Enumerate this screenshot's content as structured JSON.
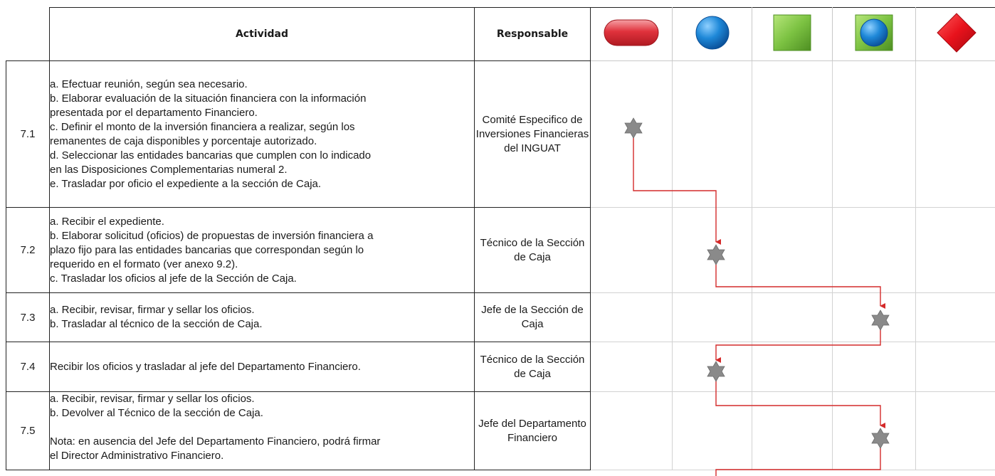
{
  "header": {
    "activity_label": "Actividad",
    "responsible_label": "Responsable",
    "symbols": [
      "start-end-oval-icon",
      "activity-circle-icon",
      "document-square-icon",
      "connector-square-circle-icon",
      "decision-diamond-icon"
    ]
  },
  "colors": {
    "oval": "#e0323c",
    "circle": "#1e88d8",
    "square": "#7cc242",
    "diamond": "#e8121c",
    "flow_line": "#d42a2a",
    "star": "#8a8a8a"
  },
  "rows": [
    {
      "number": "7.1",
      "activity": [
        "a. Efectuar reunión, según sea necesario.",
        "b. Elaborar evaluación de la situación financiera con la información",
        "presentada por el departamento Financiero.",
        "c. Definir el monto de la inversión financiera a realizar, según los",
        "remanentes de caja disponibles y porcentaje autorizado.",
        "d. Seleccionar las entidades bancarias que cumplen con lo indicado",
        "en las Disposiciones Complementarias numeral 2.",
        "e. Trasladar por oficio el expediente a la sección de Caja."
      ],
      "responsible": "Comité Especifico de Inversiones Financieras del INGUAT",
      "lane": 1
    },
    {
      "number": "7.2",
      "activity": [
        "a. Recibir el expediente.",
        "b. Elaborar solicitud (oficios) de propuestas de inversión financiera a",
        "plazo fijo para las entidades bancarias que correspondan según lo",
        "requerido en el formato (ver anexo 9.2).",
        "c. Trasladar los oficios al jefe de la Sección de Caja."
      ],
      "responsible": "Técnico de la Sección de Caja",
      "lane": 2
    },
    {
      "number": "7.3",
      "activity": [
        "a. Recibir, revisar, firmar y sellar los oficios.",
        "b. Trasladar al técnico de la sección de Caja."
      ],
      "responsible": "Jefe de la Sección de Caja",
      "lane": 4
    },
    {
      "number": "7.4",
      "activity": [
        "Recibir los oficios y trasladar al jefe del Departamento Financiero."
      ],
      "responsible": "Técnico de la Sección de Caja",
      "lane": 2
    },
    {
      "number": "7.5",
      "activity": [
        "a. Recibir, revisar, firmar y sellar los oficios.",
        "b. Devolver al Técnico de la sección de Caja.",
        "",
        "Nota: en ausencia del Jefe del Departamento Financiero, podrá firmar",
        "el Director Administrativo Financiero."
      ],
      "responsible": "Jefe del Departamento Financiero",
      "lane": 4
    }
  ]
}
